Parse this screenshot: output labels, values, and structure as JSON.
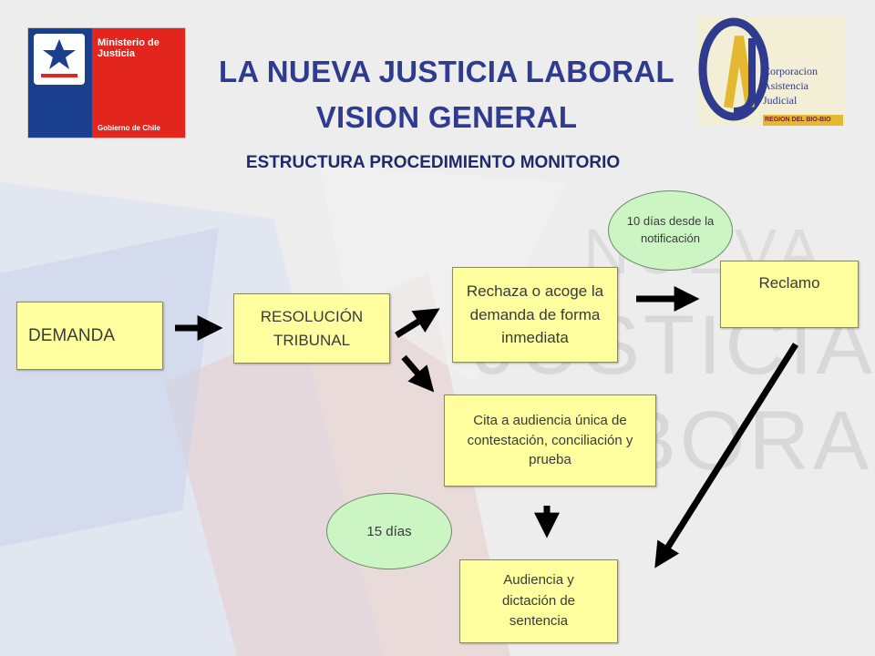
{
  "header": {
    "title_line1": "LA NUEVA JUSTICIA LABORAL",
    "title_line2": "VISION GENERAL",
    "subtitle": "ESTRUCTURA PROCEDIMIENTO MONITORIO"
  },
  "logos": {
    "ministerio": {
      "line1": "Ministerio de",
      "line2": "Justicia",
      "footer": "Gobierno de Chile"
    },
    "caj": {
      "line1": "Corporacion",
      "line2": "Asistencia",
      "line3": "Judicial",
      "region": "REGION DEL BIO-BIO"
    }
  },
  "watermark": {
    "line1": "NUEVA",
    "line2": "JUSTICIA",
    "line3": "LABORAL"
  },
  "nodes": {
    "demanda": "DEMANDA",
    "resolucion": "RESOLUCIÓN TRIBUNAL",
    "rechaza": "Rechaza o acoge la demanda de forma inmediata",
    "cita": "Cita a audiencia única de contestación, conciliación y prueba",
    "reclamo": "Reclamo",
    "audiencia": "Audiencia y dictación de sentencia",
    "plazo_10": "10 días desde la notificación",
    "plazo_15": "15 días"
  },
  "colors": {
    "box_fill": "#ffffa0",
    "ellipse_fill": "#ccf5c4",
    "title": "#2e3b8f",
    "arrow": "#000000"
  }
}
